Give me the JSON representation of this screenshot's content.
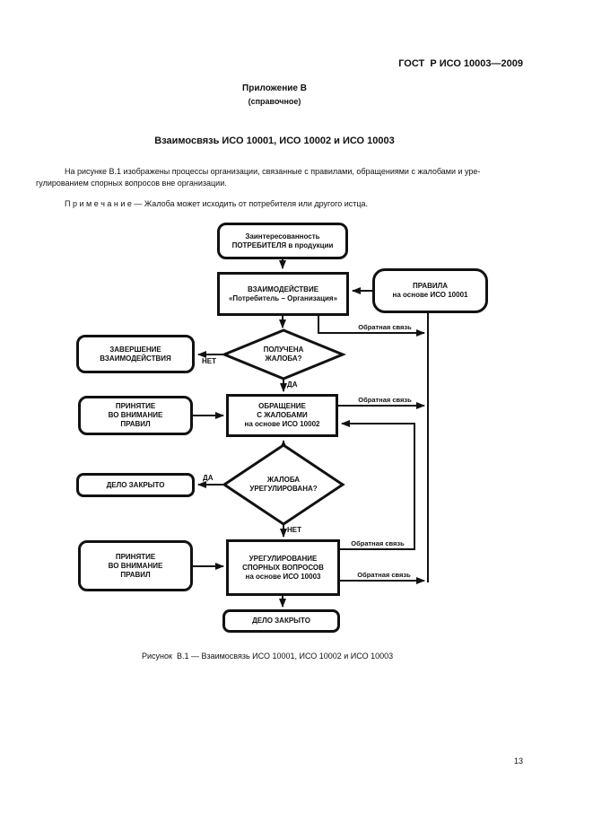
{
  "document": {
    "header": "ГОСТ  Р ИСО 10003—2009",
    "annex": {
      "line1": "Приложение В",
      "line2": "(справочное)"
    },
    "section_title": "Взаимосвязь ИСО 10001, ИСО 10002 и ИСО 10003",
    "paragraph": {
      "line1": "На рисунке В.1 изображены процессы организации, связанные с правилами, обращениями с жалобами и уре-",
      "line2": "гулированием спорных вопросов вне организации."
    },
    "note": "П р и м е ч а н и е — Жалоба может исходить от потребителя или другого истца.",
    "figure_caption": "Рисунок  В.1 — Взаимосвязь ИСО 10001, ИСО 10002 и ИСО 10003",
    "page_number": "13"
  },
  "flowchart": {
    "nodes": {
      "consumer_interest": {
        "lines": [
          "Заинтересованность",
          "ПОТРЕБИТЕЛЯ в продукции"
        ]
      },
      "interaction": {
        "lines": [
          "ВЗАИМОДЕЙСТВИЕ",
          "«Потребитель – Организация»"
        ]
      },
      "rules": {
        "lines": [
          "ПРАВИЛА",
          "на основе ИСО 10001"
        ]
      },
      "decision_complaint_received": {
        "lines": [
          "ПОЛУЧЕНА",
          "ЖАЛОБА?"
        ]
      },
      "end_of_interaction": {
        "lines": [
          "ЗАВЕРШЕНИЕ",
          "ВЗАИМОДЕЙСТВИЯ"
        ]
      },
      "regard_rules_top": {
        "lines": [
          "ПРИНЯТИЕ",
          "ВО ВНИМАНИЕ",
          "ПРАВИЛ"
        ]
      },
      "complaints_handling": {
        "lines": [
          "ОБРАЩЕНИЕ",
          "С ЖАЛОБАМИ",
          "на основе ИСО 10002"
        ]
      },
      "decision_complaint_resolved": {
        "lines": [
          "ЖАЛОБА",
          "УРЕГУЛИРОВАНА?"
        ]
      },
      "case_closed_left": {
        "lines": [
          "ДЕЛО ЗАКРЫТО"
        ]
      },
      "regard_rules_bottom": {
        "lines": [
          "ПРИНЯТИЕ",
          "ВО ВНИМАНИЕ",
          "ПРАВИЛ"
        ]
      },
      "dispute_resolution": {
        "lines": [
          "УРЕГУЛИРОВАНИЕ",
          "СПОРНЫХ ВОПРОСОВ",
          "на основе ИСО 10003"
        ]
      },
      "case_closed_bottom": {
        "lines": [
          "ДЕЛО ЗАКРЫТО"
        ]
      }
    },
    "edge_labels": {
      "feedback": "Обратная связь",
      "yes": "ДА",
      "no": "НЕТ"
    }
  },
  "colors": {
    "ink": "#111111",
    "paper": "#ffffff"
  }
}
